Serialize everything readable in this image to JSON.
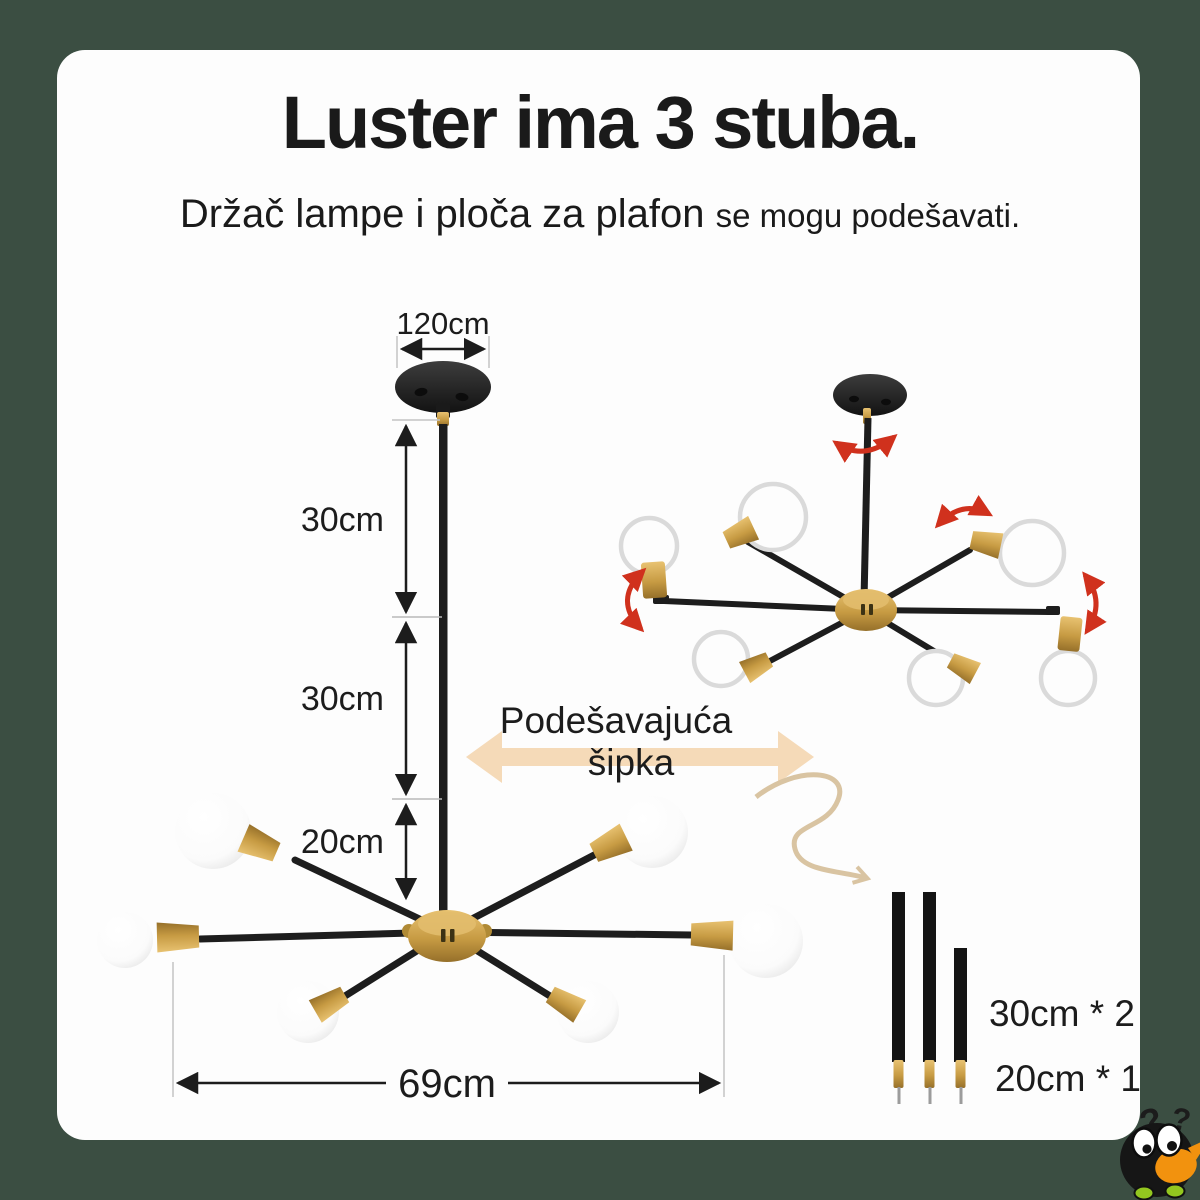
{
  "card": {
    "title": "Luster ima 3 stuba.",
    "subtitle_main": "Držač lampe i ploča za plafon",
    "subtitle_secondary": "se mogu podešavati."
  },
  "diagram": {
    "canopy_width_label": "120cm",
    "segment1_label": "30cm",
    "segment2_label": "30cm",
    "segment3_label": "20cm",
    "span_label": "69cm",
    "adjustable_rod_line1": "Podešavajuća",
    "adjustable_rod_line2": "šipka",
    "rods_label_long": "30cm * 2",
    "rods_label_short": "20cm * 1"
  },
  "logo": {
    "q1": "?",
    "q2": "?"
  },
  "colors": {
    "background": "#3b4e42",
    "card": "#fdfdfd",
    "text": "#1a1a1a",
    "gold": "#c79b43",
    "fixture_black": "#1d1d1d",
    "red_arrow": "#d0311d",
    "peach_arrow": "#f5dab8",
    "tan_arrow": "#d9c4a2",
    "logo_blue": "#2aa0dd",
    "logo_orange": "#f2920e",
    "logo_green": "#93c71f"
  }
}
